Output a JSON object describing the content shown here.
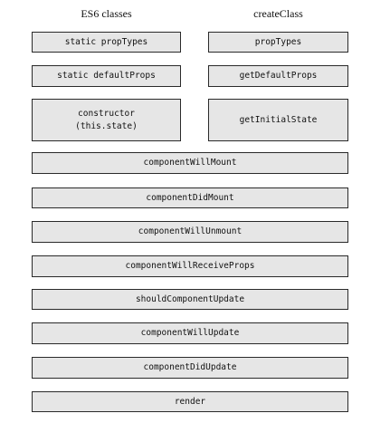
{
  "headings": {
    "es6": "ES6 classes",
    "create_class": "createClass"
  },
  "es6_column": {
    "static_prop_types": "static propTypes",
    "static_default_props": "static defaultProps",
    "constructor": "constructor\n(this.state)"
  },
  "create_class_column": {
    "prop_types": "propTypes",
    "get_default_props": "getDefaultProps",
    "get_initial_state": "getInitialState"
  },
  "shared": {
    "component_will_mount": "componentWillMount",
    "component_did_mount": "componentDidMount",
    "component_will_unmount": "componentWillUnmount",
    "component_will_receive_props": "componentWillReceiveProps",
    "should_component_update": "shouldComponentUpdate",
    "component_will_update": "componentWillUpdate",
    "component_did_update": "componentDidUpdate",
    "render": "render"
  },
  "colors": {
    "box_fill": "#e6e6e6",
    "box_border": "#2a2a2a",
    "text": "#111111"
  }
}
